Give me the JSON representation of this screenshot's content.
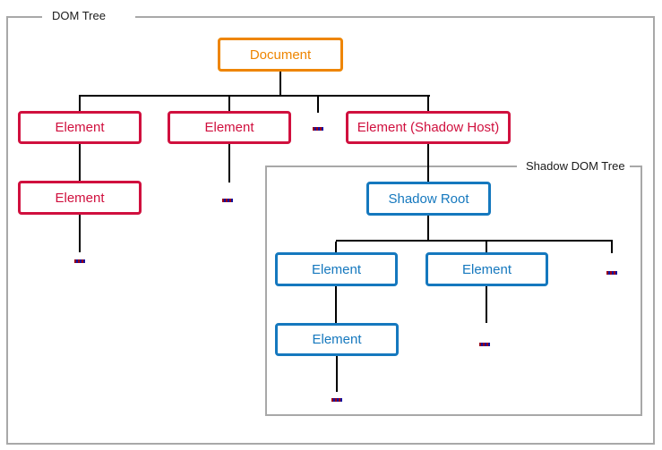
{
  "diagram": {
    "title": "DOM Tree",
    "shadow_title": "Shadow DOM Tree",
    "nodes": {
      "document": {
        "label": "Document"
      },
      "element_left": {
        "label": "Element"
      },
      "element_mid": {
        "label": "Element"
      },
      "shadow_host": {
        "label": "Element (Shadow Host)"
      },
      "element_left_child": {
        "label": "Element"
      },
      "shadow_root": {
        "label": "Shadow Root"
      },
      "shadow_element_left": {
        "label": "Element"
      },
      "shadow_element_right": {
        "label": "Element"
      },
      "shadow_element_left_child": {
        "label": "Element"
      }
    },
    "truncation_marks": {
      "count": 6,
      "symbol": "-",
      "meaning": "further nodes omitted"
    },
    "colors": {
      "document_accent": "#EE8501",
      "element_accent": "#D0103E",
      "shadow_accent": "#1578BE",
      "connector": "#000000",
      "frame_border": "#A8A8A8"
    },
    "hierarchy": {
      "label": "Document",
      "children": [
        {
          "label": "Element",
          "children": [
            {
              "label": "Element",
              "children": [
                {
                  "label": "-"
                }
              ]
            }
          ]
        },
        {
          "label": "Element",
          "children": [
            {
              "label": "-"
            }
          ]
        },
        {
          "label": "-"
        },
        {
          "label": "Element (Shadow Host)",
          "shadow_tree": {
            "label": "Shadow Root",
            "children": [
              {
                "label": "Element",
                "children": [
                  {
                    "label": "Element",
                    "children": [
                      {
                        "label": "-"
                      }
                    ]
                  }
                ]
              },
              {
                "label": "Element",
                "children": [
                  {
                    "label": "-"
                  }
                ]
              },
              {
                "label": "-"
              }
            ]
          }
        }
      ]
    }
  }
}
